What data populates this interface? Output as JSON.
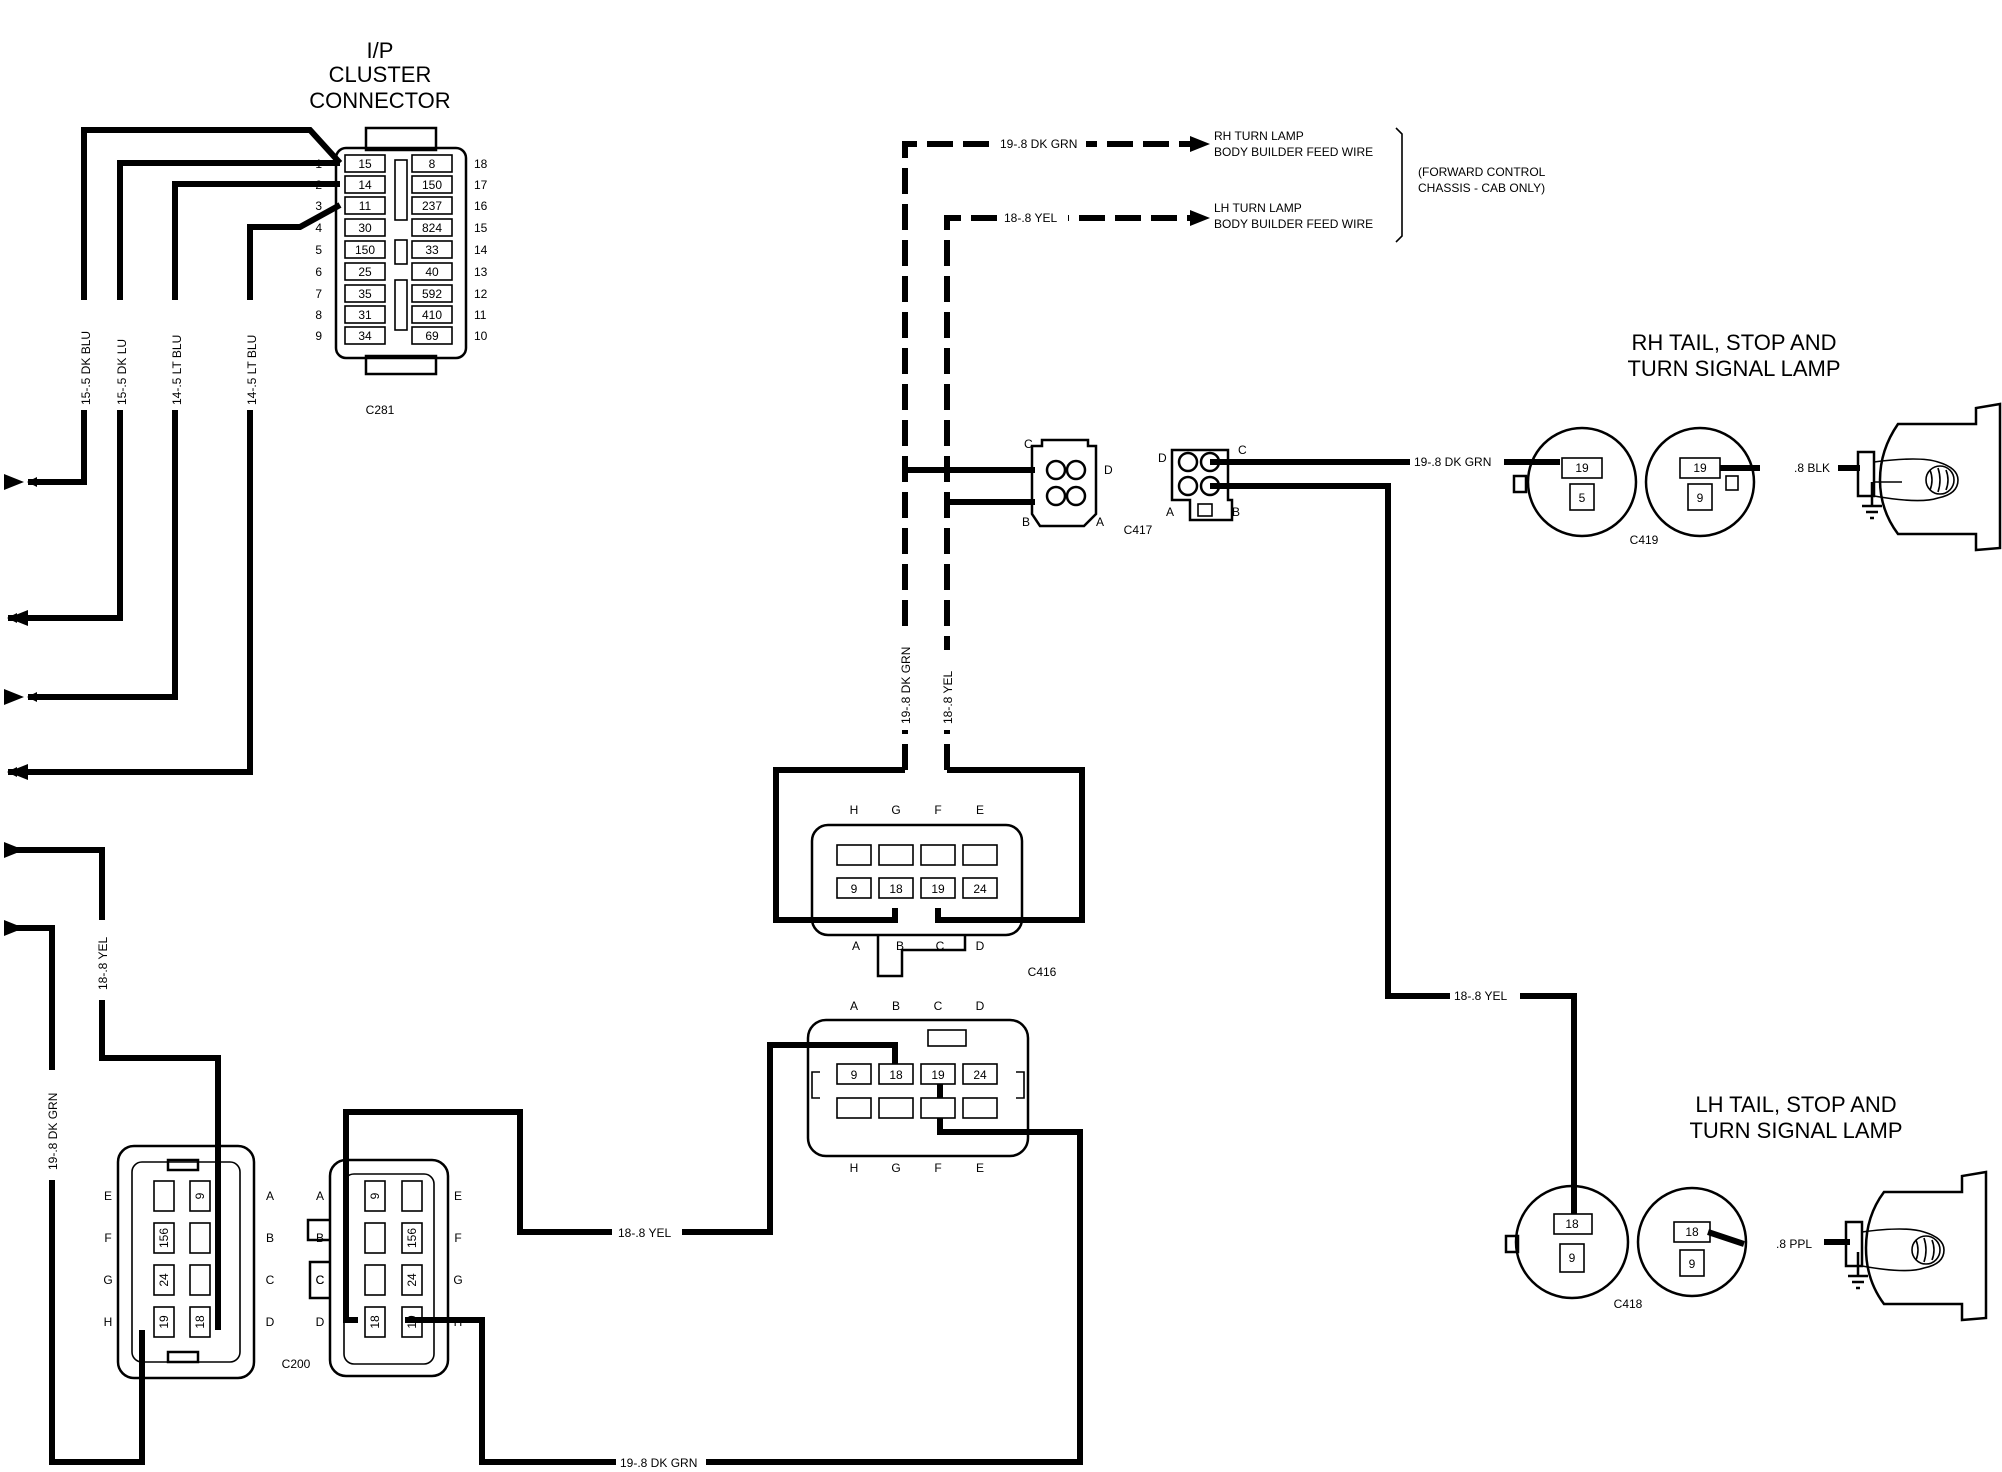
{
  "titles": {
    "ip_cluster": [
      "I/P",
      "CLUSTER",
      "CONNECTOR"
    ],
    "rh_lamp": [
      "RH TAIL, STOP AND",
      "TURN SIGNAL LAMP"
    ],
    "lh_lamp": [
      "LH TAIL, STOP AND",
      "TURN SIGNAL LAMP"
    ]
  },
  "feeds": {
    "rh": [
      "RH TURN LAMP",
      "BODY BUILDER FEED WIRE"
    ],
    "lh": [
      "LH TURN LAMP",
      "BODY BUILDER FEED WIRE"
    ],
    "note": [
      "(FORWARD CONTROL",
      "CHASSIS - CAB ONLY)"
    ]
  },
  "wires": {
    "dk_blu": "15-.5 DK BLU",
    "dk_blu2": "15-.5 DK LU",
    "lt_blu": "14-.5 LT BLU",
    "lt_blu2": "14-.5 LT BLU",
    "yel_left": "18-.8 YEL",
    "grn_left": "19-.8 DK GRN",
    "grn_top": "19-.8 DK GRN",
    "yel_top": "18-.8 YEL",
    "grn_vert": "19-.8 DK GRN",
    "yel_vert": "18-.8 YEL",
    "grn_rh": "19-.8 DK GRN",
    "yel_lh": "18-.8 YEL",
    "yel_bottom": "18-.8 YEL",
    "grn_bottom": "19-.8 DK GRN",
    "blk": ".8 BLK",
    "ppl": ".8 PPL"
  },
  "connectors": {
    "c281": "C281",
    "c200": "C200",
    "c416": "C416",
    "c417": "C417",
    "c418": "C418",
    "c419": "C419"
  },
  "c281": {
    "left_cells": [
      "15",
      "14",
      "11",
      "30",
      "150",
      "25",
      "35",
      "31",
      "34"
    ],
    "right_cells": [
      "8",
      "150",
      "237",
      "824",
      "33",
      "40",
      "592",
      "410",
      "69"
    ],
    "left_pins": [
      "1",
      "2",
      "3",
      "4",
      "5",
      "6",
      "7",
      "8",
      "9"
    ],
    "right_pins": [
      "18",
      "17",
      "16",
      "15",
      "14",
      "13",
      "12",
      "11",
      "10"
    ]
  },
  "c416": {
    "cavities_top": [
      "H",
      "G",
      "F",
      "E"
    ],
    "cells": [
      "9",
      "18",
      "19",
      "24"
    ],
    "cavities_bottom": [
      "A",
      "B",
      "C",
      "D"
    ]
  },
  "c416b": {
    "cavities_top": [
      "A",
      "B",
      "C",
      "D"
    ],
    "cells": [
      "9",
      "18",
      "19",
      "24"
    ],
    "cavities_bottom": [
      "H",
      "G",
      "F",
      "E"
    ]
  },
  "c200": {
    "rows": [
      "E",
      "F",
      "G",
      "H"
    ],
    "cols": [
      "A",
      "B",
      "C",
      "D"
    ],
    "left_cells": [
      "9",
      "156",
      "24",
      "19",
      "18"
    ],
    "right_cells": [
      "9",
      "156",
      "24",
      "18",
      "19"
    ],
    "key": "C"
  },
  "c417": {
    "left": [
      "C",
      "D",
      "B",
      "A"
    ],
    "right": [
      "D",
      "C",
      "A",
      "B"
    ]
  },
  "lamps": {
    "rh_sockets": [
      "19",
      "5",
      "19",
      "9"
    ],
    "lh_sockets": [
      "18",
      "9",
      "18",
      "9"
    ]
  }
}
